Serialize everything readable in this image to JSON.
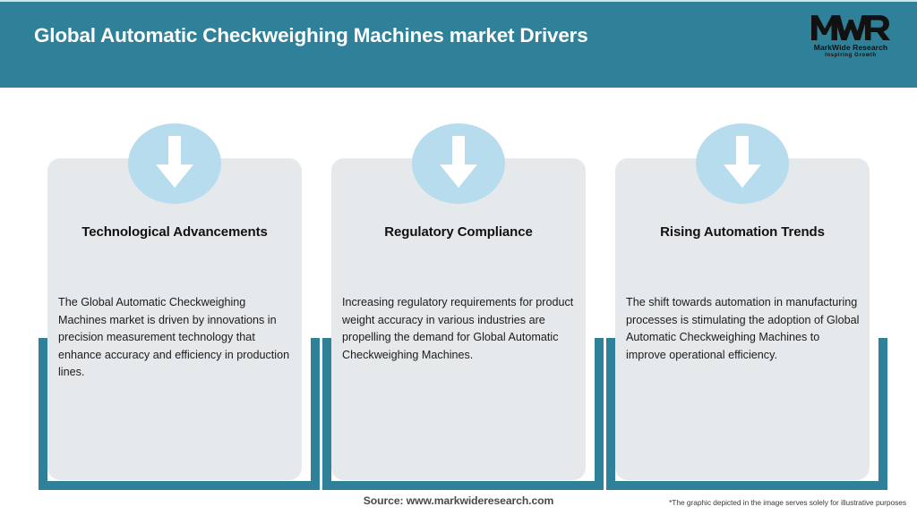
{
  "header": {
    "title": "Global Automatic Checkweighing Machines market Drivers",
    "background_color": "#2e8198",
    "title_color": "#ffffff",
    "logo": {
      "mark": "MWR",
      "name": "MarkWide Research",
      "tagline": "Inspiring Growth"
    }
  },
  "theme": {
    "accent_teal": "#2f8199",
    "card_gray": "#e6e9eb",
    "badge_blue": "#b7dced",
    "arrow_white": "#ffffff"
  },
  "cards": [
    {
      "icon": "down-arrow-icon",
      "title": "Technological Advancements",
      "body": "The Global Automatic Checkweighing Machines market is driven by innovations in precision measurement technology that enhance accuracy and efficiency in production lines."
    },
    {
      "icon": "down-arrow-icon",
      "title": "Regulatory Compliance",
      "body": "Increasing regulatory requirements for product weight accuracy in various industries are propelling the demand for Global Automatic Checkweighing Machines."
    },
    {
      "icon": "down-arrow-icon",
      "title": "Rising Automation Trends",
      "body": "The shift towards automation in manufacturing processes is stimulating the adoption of Global Automatic Checkweighing Machines to improve operational efficiency."
    }
  ],
  "footer": {
    "source": "Source: www.markwideresearch.com",
    "disclaimer": "*The graphic depicted in the image serves solely for illustrative purposes"
  }
}
